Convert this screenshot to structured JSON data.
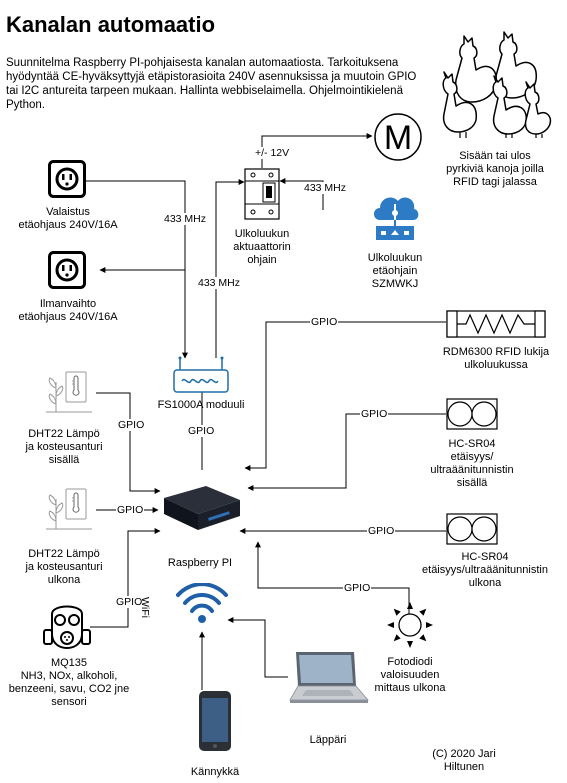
{
  "title": "Kanalan automaatio",
  "description": "Suunnitelma Raspberry PI-pohjaisesta kanalan automaatiosta. Tarkoituksena hyödyntää CE-hyväksyttyjä etäpistorasioita 240V asennuksissa ja muutoin GPIO tai I2C antureita tarpeen mukaan. Hallinta webbiselaimella. Ohjelmointikielenä Python.",
  "nodes": {
    "valaistus": [
      "Valaistus",
      "etäohjaus 240V/16A"
    ],
    "ilmanvaihto": [
      "Ilmanvaihto",
      "etäohjaus 240V/16A"
    ],
    "aktuaattori": [
      "Ulkoluukun",
      "aktuaattorin",
      "ohjain"
    ],
    "etaohjain": [
      "Ulkoluukun",
      "etäohjain",
      "SZMWKJ"
    ],
    "kanat": [
      "Sisään tai ulos",
      "pyrkiviä kanoja joilla",
      "RFID tagi jalassa"
    ],
    "rfid": [
      "RDM6300 RFID lukija",
      "ulkoluukussa"
    ],
    "fs1000a": [
      "FS1000A moduuli"
    ],
    "dht_sisa": [
      "DHT22 Lämpö",
      "ja kosteusanturi",
      "sisällä"
    ],
    "dht_ulko": [
      "DHT22 Lämpö",
      "ja kosteusanturi",
      "ulkona"
    ],
    "hc_sisa": [
      "HC-SR04",
      "etäisyys/",
      "ultraäänitunnistin",
      "sisällä"
    ],
    "hc_ulko": [
      "HC-SR04",
      "etäisyys/ultraäänitunnistin",
      "ulkona"
    ],
    "raspberry": [
      "Raspberry PI"
    ],
    "mq135": [
      "MQ135",
      "NH3, NOx, alkoholi,",
      "benzeeni, savu, CO2 jne",
      "sensori"
    ],
    "fotodiodi": [
      "Fotodiodi",
      "valoisuuden",
      "mittaus ulkona"
    ],
    "lappari": [
      "Läppäri"
    ],
    "kannykka": [
      "Kännykkä"
    ],
    "copyright": [
      "(C) 2020 Jari",
      "Hiltunen"
    ]
  },
  "edge_labels": {
    "voltage": "+/- 12V",
    "mhz_valaistus": "433 MHz",
    "mhz_aktuaattori": "433 MHz",
    "mhz_fs": "433 MHz",
    "gpio": "GPIO",
    "wifi": "WiFi",
    "motor": "M"
  },
  "icons": [
    "power-outlet-icon",
    "motor-icon",
    "relay-icon",
    "cloud-remote-icon",
    "chicken-icon",
    "resistor-icon",
    "router-icon",
    "thermometer-plant-icon",
    "ultrasonic-sensor-icon",
    "raspberry-device-icon",
    "gas-mask-icon",
    "sun-icon",
    "wifi-icon",
    "laptop-icon",
    "phone-icon"
  ]
}
